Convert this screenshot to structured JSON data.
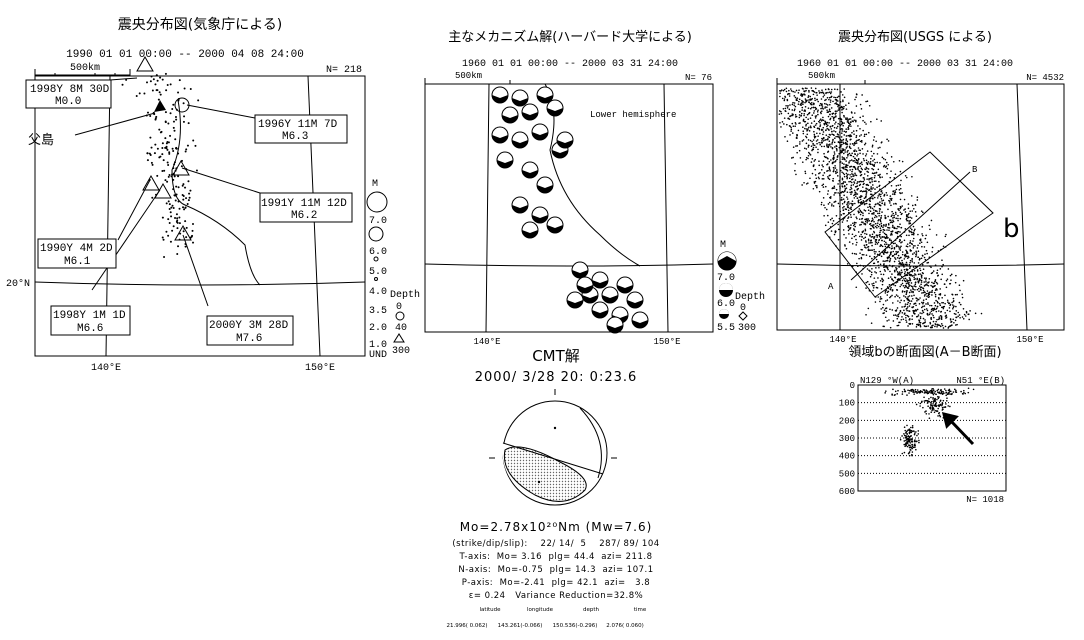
{
  "left_panel": {
    "title": "震央分布図(気象庁による)",
    "period": "1990 01 01 00:00 -- 2000 04 08 24:00",
    "scale": "500km",
    "count": "N= 218",
    "lat_label": "20°N",
    "lon_labels": [
      "140°E",
      "150°E"
    ],
    "place_label": "父島",
    "events": [
      {
        "date": "1998Y 8M 30D",
        "mag": "M0.0"
      },
      {
        "date": "1996Y 11M 7D",
        "mag": "M6.3"
      },
      {
        "date": "1991Y 11M 12D",
        "mag": "M6.2"
      },
      {
        "date": "1990Y 4M 2D",
        "mag": "M6.1"
      },
      {
        "date": "1998Y 1M 1D",
        "mag": "M6.6"
      },
      {
        "date": "2000Y 3M 28D",
        "mag": "M7.6"
      }
    ],
    "legend": {
      "m_title": "M",
      "mags": [
        "7.0",
        "6.0",
        "5.0",
        "4.0",
        "3.5",
        "2.0",
        "1.0",
        "UND"
      ],
      "depth_title": "Depth",
      "depths": [
        "0",
        "40",
        "300"
      ]
    }
  },
  "middle_panel": {
    "title": "主なメカニズム解(ハーバード大学による)",
    "period": "1960 01 01 00:00 -- 2000 03 31 24:00",
    "scale": "500km",
    "count": "N= 76",
    "note": "Lower hemisphere",
    "lon_labels": [
      "140°E",
      "150°E"
    ],
    "legend": {
      "m_title": "M",
      "mags": [
        "7.0",
        "6.0",
        "5.5"
      ],
      "depth_title": "Depth",
      "depths": [
        "0",
        "300"
      ]
    }
  },
  "right_panel": {
    "title": "震央分布図(USGS による)",
    "period": "1960 01 01 00:00 -- 2000 03 31 24:00",
    "scale": "500km",
    "count": "N= 4532",
    "lon_labels": [
      "140°E",
      "150°E"
    ],
    "region_label": "b",
    "point_a": "A",
    "point_b": "B"
  },
  "cross_section": {
    "title": "領域bの断面図(A－B断面)",
    "left_label": "N129 °W(A)",
    "right_label": "N51 °E(B)",
    "depth_ticks": [
      "0",
      "100",
      "200",
      "300",
      "400",
      "500",
      "600"
    ],
    "count": "N= 1018"
  },
  "cmt": {
    "title": "CMT解",
    "datetime": "2000/ 3/28  20: 0:23.6",
    "moment": "Mo=2.78x10²⁰Nm (Mw=7.6)",
    "lines": [
      "(strike/dip/slip):    22/ 14/  5    287/ 89/ 104",
      "T-axis:  Mo= 3.16  plg= 44.4  azi= 211.8",
      "N-axis:  Mo=-0.75  plg= 14.3  azi= 107.1",
      "P-axis:  Mo=-2.41  plg= 42.1  azi=   3.8",
      "ε= 0.24   Variance Reduction=32.8%"
    ],
    "columns": [
      "latitude",
      "longitude",
      "depth",
      "time"
    ],
    "values": [
      "21.996( 0.062)",
      "143.261(-0.066)",
      "150.536(-0.296)",
      "2.076( 0.060)"
    ]
  }
}
